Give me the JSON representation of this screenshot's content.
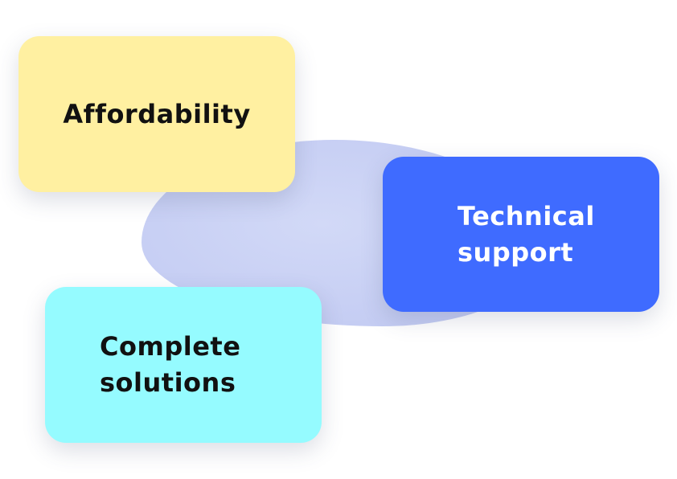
{
  "colors": {
    "background": "#ffffff",
    "blob": "#c5cdf3",
    "affordability_card": "#fff0a1",
    "technical_card": "#3f6bff",
    "complete_card": "#95fbff",
    "dark_text": "#111111",
    "light_text": "#ffffff"
  },
  "cards": {
    "affordability": {
      "label": "Affordability"
    },
    "technical_support": {
      "label": "Technical\nsupport"
    },
    "complete_solutions": {
      "label": "Complete\nsolutions"
    }
  }
}
